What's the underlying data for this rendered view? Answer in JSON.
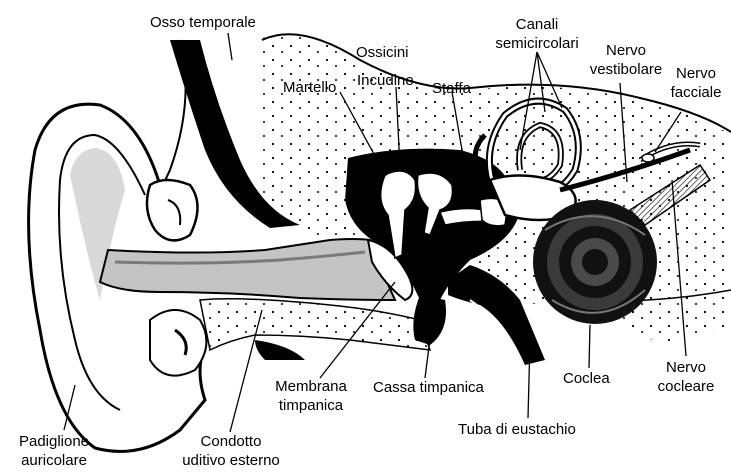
{
  "diagram": {
    "colors": {
      "ink": "#000000",
      "paper": "#ffffff",
      "shade": "#bdbdbd",
      "mid": "#8a8a8a"
    },
    "labels": {
      "osso_temporale": "Osso temporale",
      "ossicini": "Ossicini",
      "canali_line1": "Canali",
      "canali_line2": "semicircolari",
      "nervo_vest_line1": "Nervo",
      "nervo_vest_line2": "vestibolare",
      "nervo_fac_line1": "Nervo",
      "nervo_fac_line2": "facciale",
      "martello": "Martello",
      "incudine": "Incudine",
      "staffa": "Staffa",
      "membrana_line1": "Membrana",
      "membrana_line2": "timpanica",
      "cassa": "Cassa timpanica",
      "coclea": "Coclea",
      "nervo_coc_line1": "Nervo",
      "nervo_coc_line2": "cocleare",
      "tuba": "Tuba di eustachio",
      "padiglione_line1": "Padiglione",
      "padiglione_line2": "auricolare",
      "condotto_line1": "Condotto",
      "condotto_line2": "uditivo esterno"
    }
  }
}
